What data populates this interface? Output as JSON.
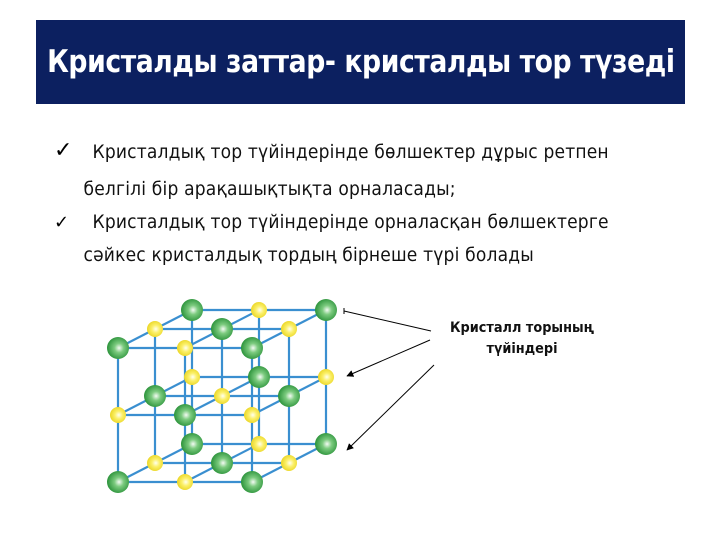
{
  "slide": {
    "title": "Кристалды заттар- кристалды тор түзеді",
    "title_bg_color": "#0c2060",
    "bullets": [
      {
        "icon": "check-icon",
        "line1": "Кристалдық тор түйіндерінде бөлшектер дұрыс ретпен",
        "line2": "белгілі бір арақашықтықта орналасады;"
      },
      {
        "icon": "check-icon",
        "line1": "Кристалдық тор түйіндерінде орналасқан бөлшектерге",
        "line2": "сәйкес кристалдық тордың бірнеше түрі болады"
      }
    ],
    "diagram": {
      "label_line1": "Кристалл торының",
      "label_line2": "түйіндері",
      "atom_colors": {
        "large": "#2e9a3c",
        "small": "#f2e22a"
      },
      "bond_color": "#3a8fd0"
    }
  }
}
